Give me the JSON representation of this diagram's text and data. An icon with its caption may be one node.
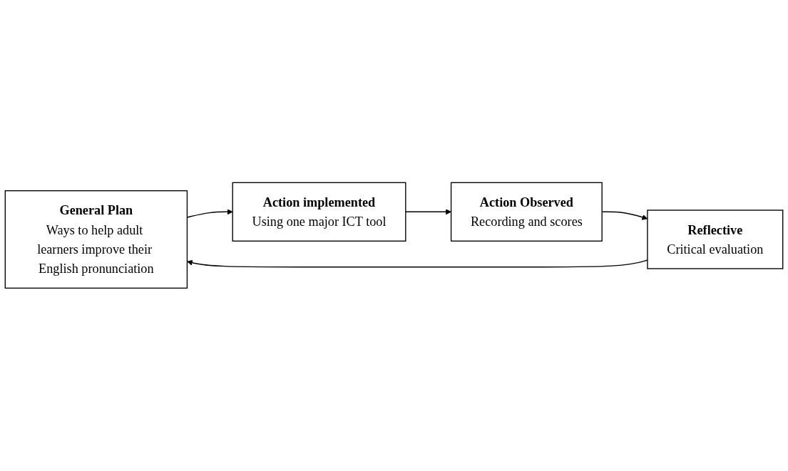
{
  "diagram": {
    "nodes": [
      {
        "text": [
          "General Plan",
          "Ways to help adult learners improve their English pronunciation"
        ]
      },
      {
        "text": [
          "Action implemented",
          "Using one major ICT tool"
        ]
      },
      {
        "text": [
          "Action Observed",
          "Recording and scores"
        ]
      },
      {
        "text": [
          "Reflective",
          "Critical evaluation"
        ]
      }
    ],
    "edges": [
      {
        "from": 0,
        "to": 1,
        "arrow": "to"
      },
      {
        "from": 1,
        "to": 2,
        "arrow": "to"
      },
      {
        "from": 2,
        "to": 3,
        "arrow": "to"
      },
      {
        "from": 3,
        "to": 0,
        "arrow": "to"
      }
    ]
  }
}
